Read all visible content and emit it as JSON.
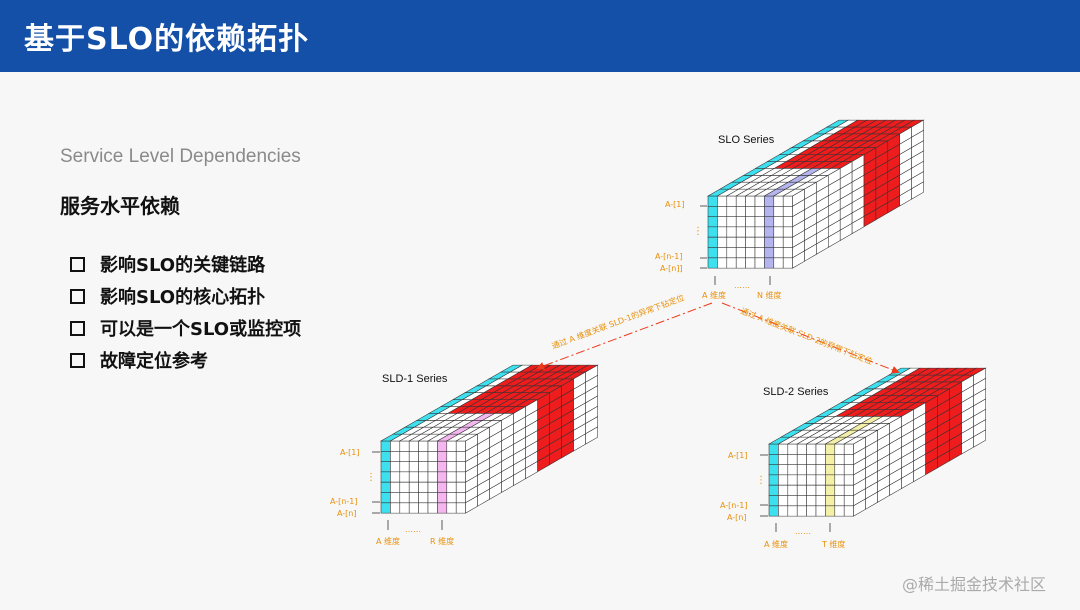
{
  "header": {
    "title": "基于SLO的依赖拓扑"
  },
  "subtitle_en": "Service Level Dependencies",
  "subtitle_cn": "服务水平依赖",
  "bullets": [
    {
      "text": "影响SLO的关键链路"
    },
    {
      "text": "影响SLO的核心拓扑"
    },
    {
      "text": "可以是一个SLO或监控项"
    },
    {
      "text": "故障定位参考"
    }
  ],
  "diagram": {
    "cubes": [
      {
        "title": "SLO Series",
        "labels": [
          "A-[1]",
          "A-[n-1]",
          "A-[n]]"
        ],
        "dim_a": "A 维度",
        "dim_b": "N 维度",
        "ellipsis_v": "⋮",
        "ellipsis_h": "……",
        "highlight_color": "#b4b4ee"
      },
      {
        "title": "SLD-1 Series",
        "labels": [
          "A-[1]",
          "A-[n-1]",
          "A-[n]"
        ],
        "dim_a": "A 维度",
        "dim_b": "R 维度",
        "ellipsis_v": "⋮",
        "ellipsis_h": "……",
        "highlight_color": "#f4b6ee"
      },
      {
        "title": "SLD-2 Series",
        "labels": [
          "A-[1]",
          "A-[n-1]",
          "A-[n]"
        ],
        "dim_a": "A 维度",
        "dim_b": "T 维度",
        "ellipsis_v": "⋮",
        "ellipsis_h": "……",
        "highlight_color": "#f4f0a8"
      }
    ],
    "arrow_left_label": "通过 A 维度关联 SLD-1的异常下钻定位",
    "arrow_right_label": "通过 A 维度关联 SLD-2的异常下钻定位",
    "colors": {
      "cyan": "#3ce0ee",
      "red": "#ee1c1c",
      "arrow": "#ee3a1a",
      "label": "#e8900a"
    }
  },
  "watermark": "@稀土掘金技术社区"
}
